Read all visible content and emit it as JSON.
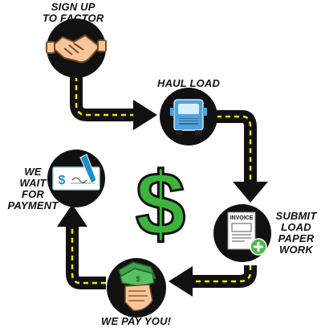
{
  "steps": {
    "sign_up": {
      "label": "SIGN UP\nTO FACTOR",
      "icon": "handshake-icon"
    },
    "haul_load": {
      "label": "HAUL LOAD",
      "icon": "truck-icon"
    },
    "submit": {
      "label": "SUBMIT\nLOAD\nPAPER\nWORK",
      "icon": "invoice-icon",
      "doc_label": "INVOICE"
    },
    "pay": {
      "label": "WE PAY YOU!",
      "icon": "cash-hand-icon"
    },
    "wait": {
      "label": "WE\nWAIT\nFOR\nPAYMENT",
      "icon": "check-icon"
    }
  },
  "center_symbol": "$",
  "colors": {
    "road": "#111111",
    "road_stripe": "#f5e400",
    "dollar": "#3cb43c",
    "circle": "#111111",
    "truck": "#4ea3df",
    "money": "#3fa34a"
  }
}
